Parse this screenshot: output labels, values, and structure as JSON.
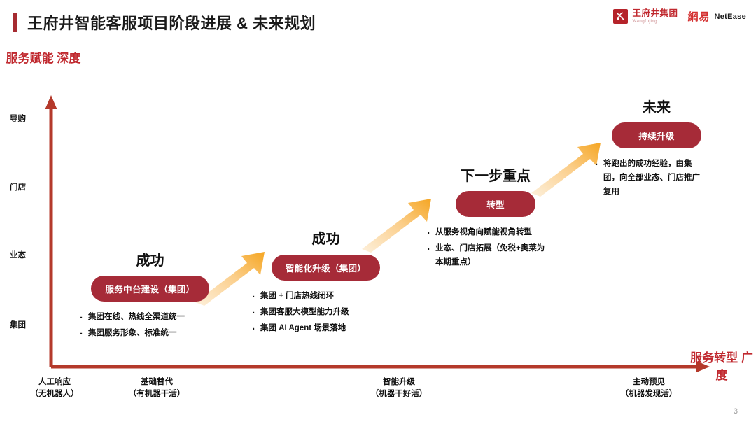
{
  "header": {
    "title": "王府井智能客服项目阶段进展 & 未来规划",
    "accent_color": "#A62B31",
    "logos": {
      "wangfujing_cn": "王府井集团",
      "wangfujing_en": "Wangfujing",
      "netease_cn": "網易",
      "netease_en": "NetEase"
    }
  },
  "axes": {
    "y_title": "服务赋能\n深度",
    "x_title": "服务转型\n广度",
    "axis_color": "#B4392B",
    "y_ticks": [
      {
        "label": "导购"
      },
      {
        "label": "门店"
      },
      {
        "label": "业态"
      },
      {
        "label": "集团"
      }
    ],
    "x_ticks": [
      {
        "label": "人工响应\n（无机器人）"
      },
      {
        "label": "基础替代\n（有机器干活）"
      },
      {
        "label": "智能升级\n（机器干好活）"
      },
      {
        "label": "主动预见\n（机器发现活）"
      }
    ]
  },
  "stages": [
    {
      "heading": "成功",
      "pill": "服务中台建设（集团）",
      "pill_color": "#A62B38",
      "bullets": [
        "集团在线、热线全渠道统一",
        "集团服务形象、标准统一"
      ]
    },
    {
      "heading": "",
      "pill": "智能化升级（集团）",
      "pill_color": "#A62B38",
      "bullets": [
        "集团 + 门店热线闭环",
        "集团客服大模型能力升级",
        "集团 AI Agent 场景落地"
      ]
    },
    {
      "heading": "下一步重点",
      "pill": "转型",
      "pill_color": "#A62B38",
      "bullets": [
        "从服务视角向赋能视角转型",
        "业态、门店拓展（免税+奥莱为\n本期重点）"
      ]
    },
    {
      "heading": "未来",
      "pill": "持续升级",
      "pill_color": "#A62B38",
      "bullets": [
        "将跑出的成功经验，由集\n团，向全部业态、门店推广\n复用"
      ]
    }
  ],
  "stage2_heading": "成功",
  "arrows": {
    "color_start": "#FCE6C4",
    "color_end": "#F5A623",
    "count": 3
  },
  "footer": {
    "page_number": "3"
  }
}
